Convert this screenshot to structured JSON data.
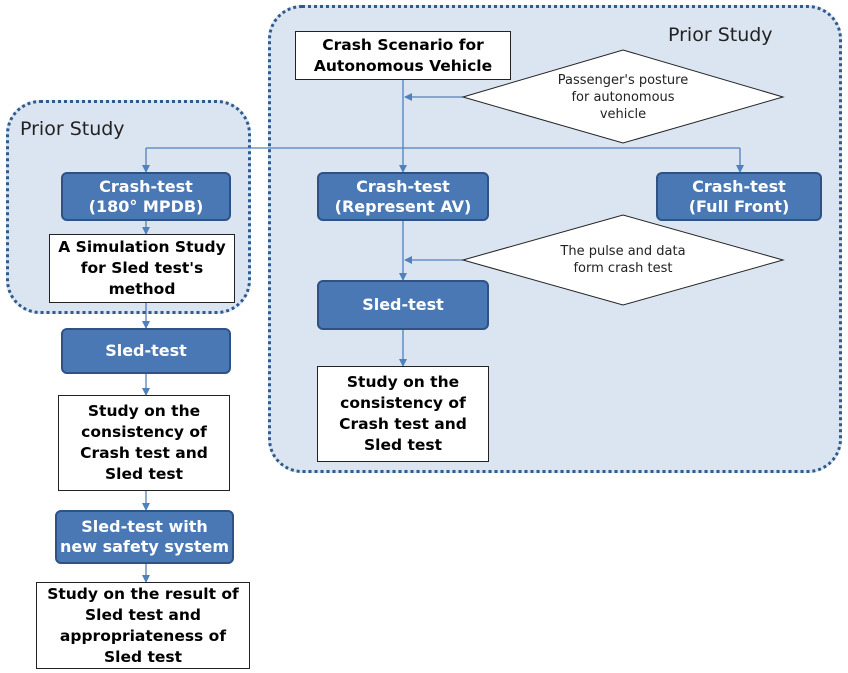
{
  "regions": {
    "left_label": "Prior Study",
    "right_label": "Prior Study"
  },
  "left": {
    "crash_test": [
      "Crash-test",
      "(180° MPDB)"
    ],
    "simulation": [
      "A Simulation Study",
      "for Sled test's",
      "method"
    ],
    "sled_test": "Sled-test",
    "study_consistency": [
      "Study on the",
      "consistency of",
      "Crash test and",
      "Sled test"
    ],
    "sled_new": [
      "Sled-test with",
      "new safety system"
    ],
    "study_result": [
      "Study on the result of",
      "Sled test and",
      "appropriateness of",
      "Sled test"
    ]
  },
  "right": {
    "scenario": [
      "Crash Scenario for",
      "Autonomous Vehicle"
    ],
    "posture": [
      "Passenger's posture",
      "for autonomous",
      "vehicle"
    ],
    "crash_av": [
      "Crash-test",
      "(Represent AV)"
    ],
    "crash_full": [
      "Crash-test",
      "(Full Front)"
    ],
    "pulse": [
      "The pulse and data",
      "form crash test"
    ],
    "sled_test": "Sled-test",
    "study_consistency": [
      "Study on the",
      "consistency of",
      "Crash test and",
      "Sled test"
    ]
  }
}
